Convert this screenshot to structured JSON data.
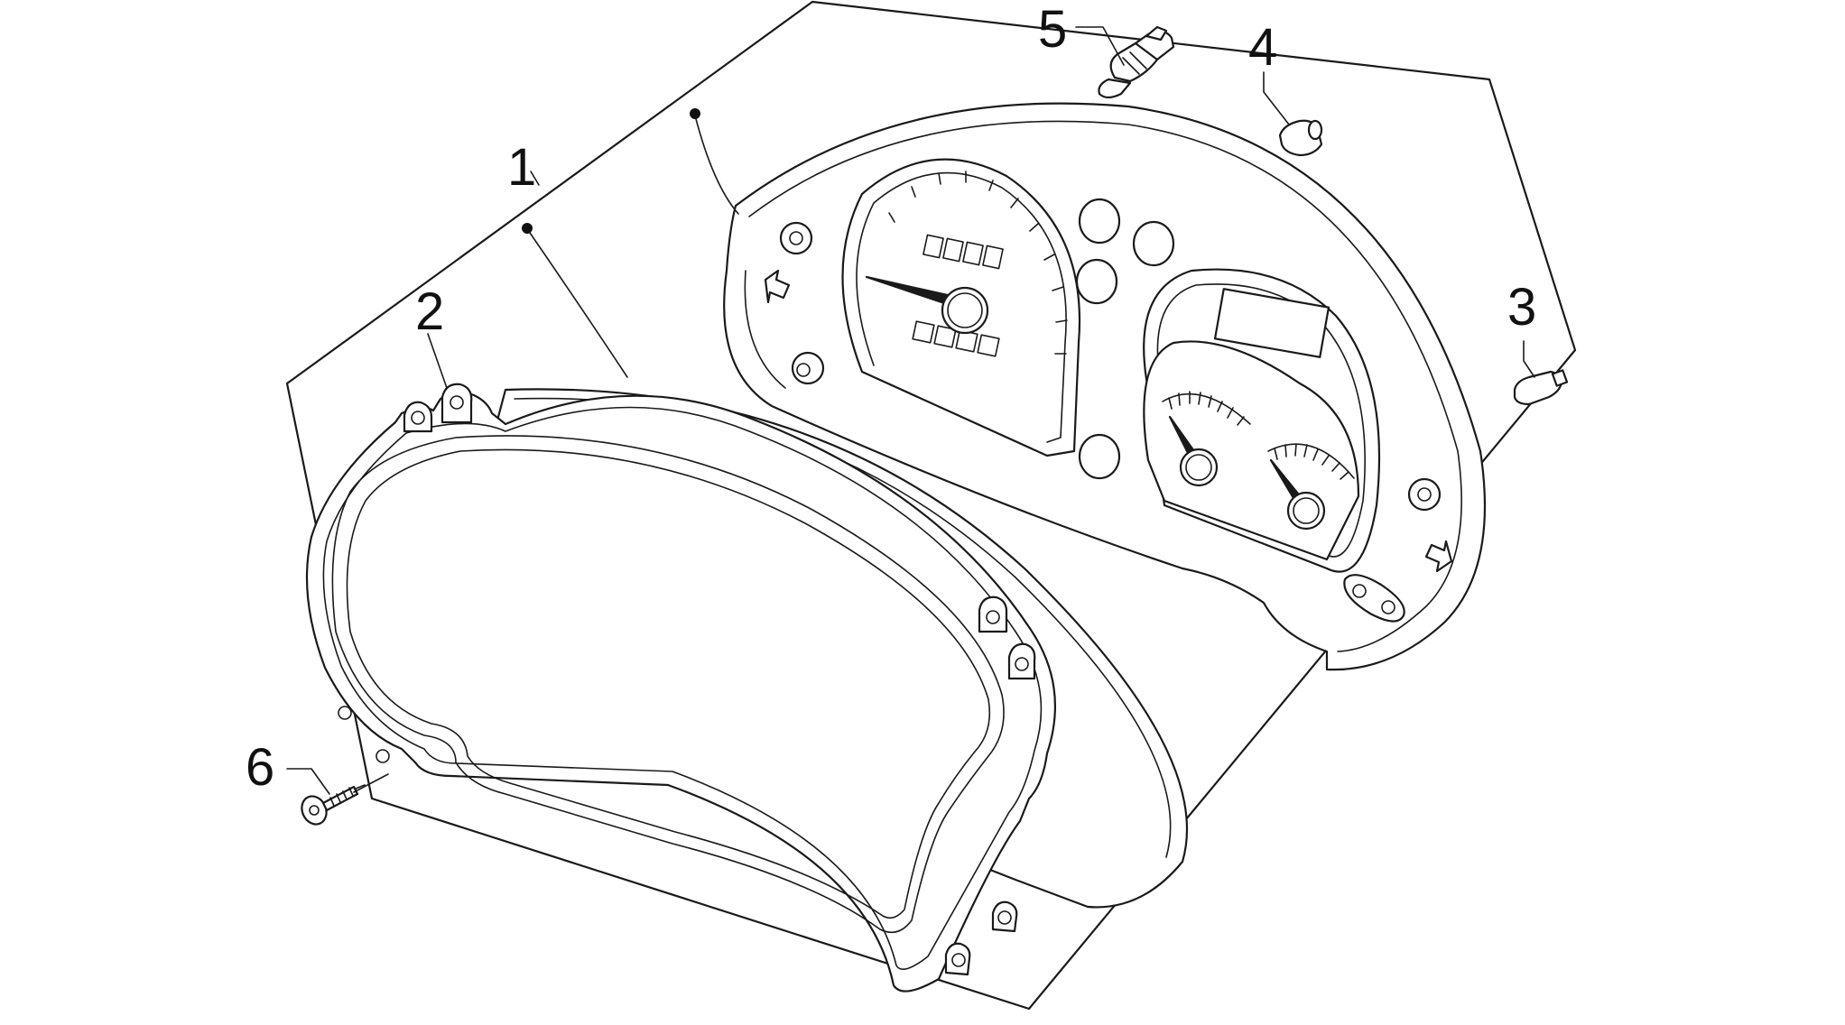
{
  "callouts": [
    {
      "id": "1",
      "text": "1"
    },
    {
      "id": "2",
      "text": "2"
    },
    {
      "id": "3",
      "text": "3"
    },
    {
      "id": "4",
      "text": "4"
    },
    {
      "id": "5",
      "text": "5"
    },
    {
      "id": "6",
      "text": "6"
    }
  ],
  "colors": {
    "line": "#1a1a1a",
    "background": "#ffffff"
  }
}
